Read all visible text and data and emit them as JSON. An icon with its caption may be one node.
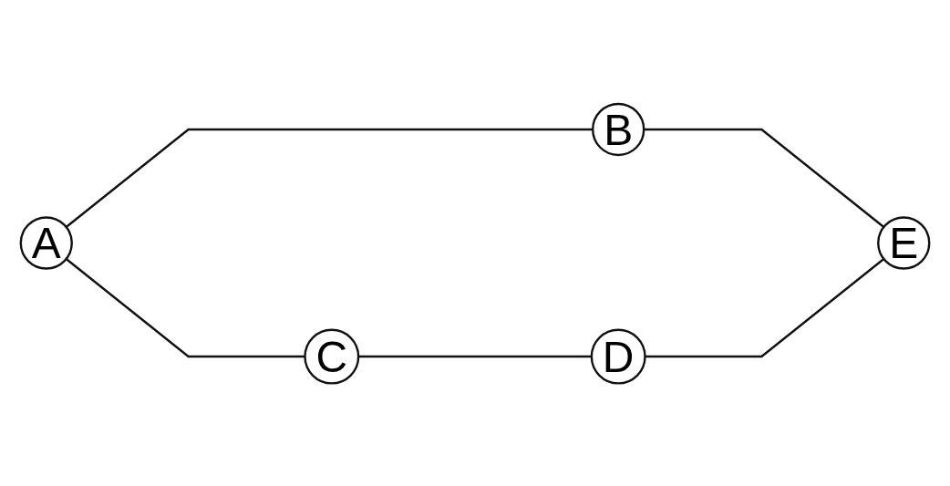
{
  "diagram": {
    "nodes": [
      {
        "text": [
          "A"
        ]
      },
      {
        "text": [
          "B"
        ]
      },
      {
        "text": [
          "C"
        ]
      },
      {
        "text": [
          "D"
        ]
      },
      {
        "text": [
          "E"
        ]
      }
    ],
    "edges": [
      {
        "from": 0,
        "to": 1,
        "arrow": "none"
      },
      {
        "from": 0,
        "to": 2,
        "arrow": "none"
      },
      {
        "from": 1,
        "to": 4,
        "arrow": "none"
      },
      {
        "from": 2,
        "to": 3,
        "arrow": "none"
      },
      {
        "from": 3,
        "to": 4,
        "arrow": "none"
      }
    ]
  }
}
